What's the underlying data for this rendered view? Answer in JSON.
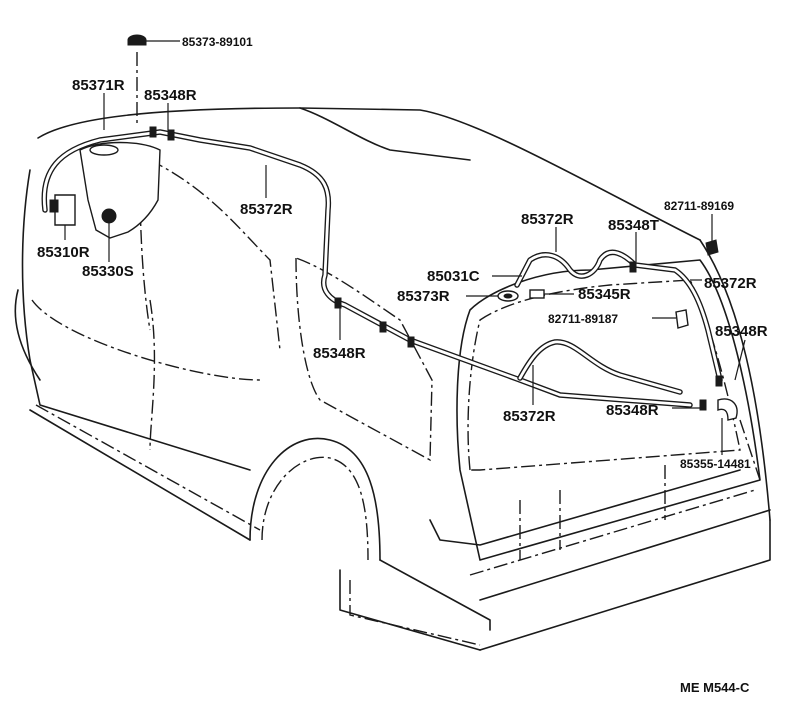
{
  "diagram_code": "ME M544-C",
  "callouts": {
    "cap": "85373-89101",
    "hose_front": "85371R",
    "clamp_front": "85348R",
    "hose_roof": "85372R",
    "pump": "85310R",
    "tank": "85330S",
    "hose_gate_upper": "85372R",
    "clamp_gate_upper": "85348T",
    "bolt_upper": "82711-89169",
    "nozzle_joint": "85031C",
    "hose_right": "85372R",
    "grommet": "85373R",
    "nozzle": "85345R",
    "bolt_lower": "82711-89187",
    "clamp_right": "85348R",
    "clamp_side": "85348R",
    "hose_lower": "85372R",
    "clamp_lower": "85348R",
    "elbow": "85355-14481"
  }
}
